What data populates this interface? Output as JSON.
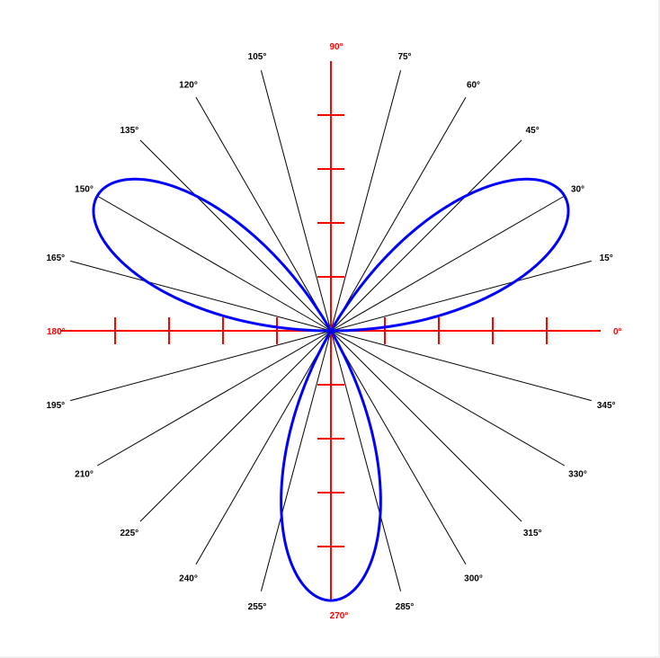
{
  "chart_data": {
    "type": "polar-line",
    "title": "",
    "function": "r = sin(3θ)",
    "radial_range": [
      0,
      1
    ],
    "radial_tick_step": 0.2,
    "angle_step_deg": 15,
    "angle_labels": [
      "0°",
      "15°",
      "30°",
      "45°",
      "60°",
      "75°",
      "90°",
      "105°",
      "120°",
      "135°",
      "150°",
      "165°",
      "180°",
      "195°",
      "210°",
      "225°",
      "240°",
      "255°",
      "270°",
      "285°",
      "300°",
      "315°",
      "330°",
      "345°"
    ],
    "axis_label_angles_deg": [
      0,
      90,
      180,
      270
    ],
    "series": [
      {
        "petals_at_deg": [
          30,
          150,
          270
        ],
        "petal_length": 1.0
      }
    ],
    "grid": true
  },
  "colors": {
    "axis": "#ff0000",
    "axis_label": "#ff0000",
    "spoke": "#000000",
    "angle_label": "#000000",
    "curve": "#0000ff",
    "background": "#ffffff"
  }
}
